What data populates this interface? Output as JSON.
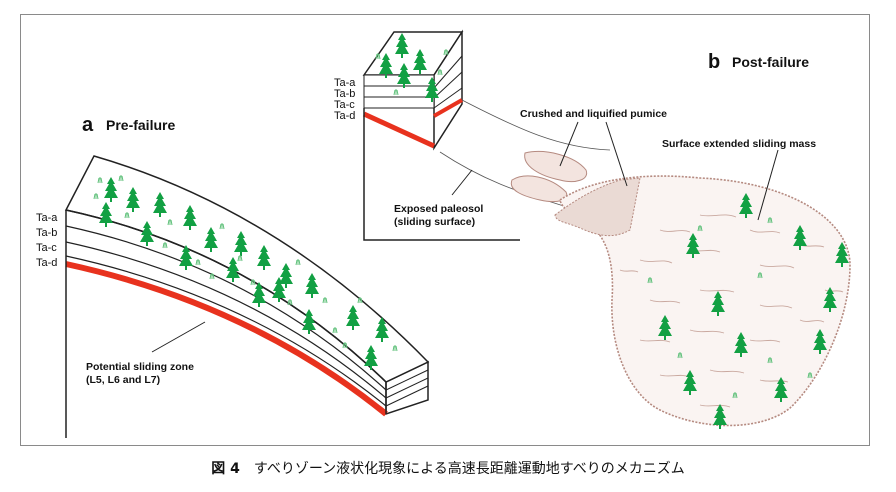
{
  "panel_a": {
    "letter": "a",
    "title": "Pre-failure",
    "layers": [
      "Ta-a",
      "Ta-b",
      "Ta-c",
      "Ta-d"
    ],
    "annotation_line1": "Potential sliding zone",
    "annotation_line2": "(L5, L6 and L7)"
  },
  "panel_b": {
    "letter": "b",
    "title": "Post-failure",
    "layers": [
      "Ta-a",
      "Ta-b",
      "Ta-c",
      "Ta-d"
    ],
    "crushed_label": "Crushed and liquified pumice",
    "surface_label": "Surface extended sliding mass",
    "paleosol_line1": "Exposed paleosol",
    "paleosol_line2": "(sliding surface)"
  },
  "caption": {
    "figure": "図 4",
    "text": "すべりゾーン液状化現象による高速長距離運動地すべりのメカニズム"
  },
  "colors": {
    "tree": "#12a043",
    "sliding_zone": "#e8321e",
    "mass_stipple": "#b58a80",
    "grass": "#5fc07a"
  }
}
